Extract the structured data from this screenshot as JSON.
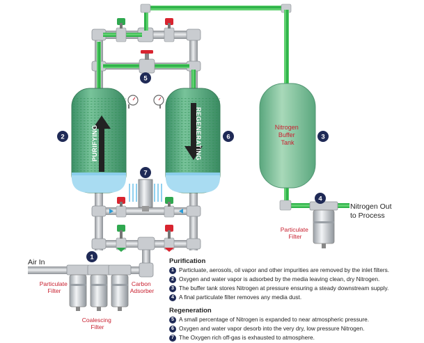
{
  "labels": {
    "air_in": "Air In",
    "particulate_filter_left": "Particulate\nFilter",
    "coalescing_filter": "Coalescing\nFilter",
    "carbon_adsorber": "Carbon\nAdsorber",
    "purifying": "PURIFYING",
    "regenerating": "REGENERATING",
    "buffer_tank": "Nitrogen\nBuffer\nTank",
    "nitrogen_out": "Nitrogen Out\nto Process",
    "particulate_filter_right": "Particulate\nFilter"
  },
  "markers": [
    "1",
    "2",
    "3",
    "4",
    "5",
    "6",
    "7"
  ],
  "purification": {
    "title": "Purification",
    "items": [
      {
        "num": "1",
        "text": "Particluate, aerosols, oil vapor and other impurities are removed by the inlet filters."
      },
      {
        "num": "2",
        "text": "Oxygen and water vapor is adsorbed by the media leaving clean, dry Nitrogen."
      },
      {
        "num": "3",
        "text": "The buffer tank stores Nitrogen at pressure ensuring a steady downstream supply."
      },
      {
        "num": "4",
        "text": "A final particulate filter removes any media dust."
      }
    ]
  },
  "regeneration": {
    "title": "Regeneration",
    "items": [
      {
        "num": "5",
        "text": "A small percentage of Nitrogen is expanded to near atmospheric pressure."
      },
      {
        "num": "6",
        "text": "Oxygen and water vapor desorb into the very dry, low pressure Nitrogen."
      },
      {
        "num": "7",
        "text": "The Oxygen rich off-gas is exhausted to atmosphere."
      }
    ]
  },
  "colors": {
    "pipe_gray": "#b9bcc0",
    "nitrogen_green": "#2fb34a",
    "tank_green": "#6ab88a",
    "water_blue": "#a9dcf2",
    "marker_navy": "#1f2a56",
    "label_red": "#c8202f",
    "valve_red": "#d8242f",
    "valve_green": "#2fa84f"
  }
}
